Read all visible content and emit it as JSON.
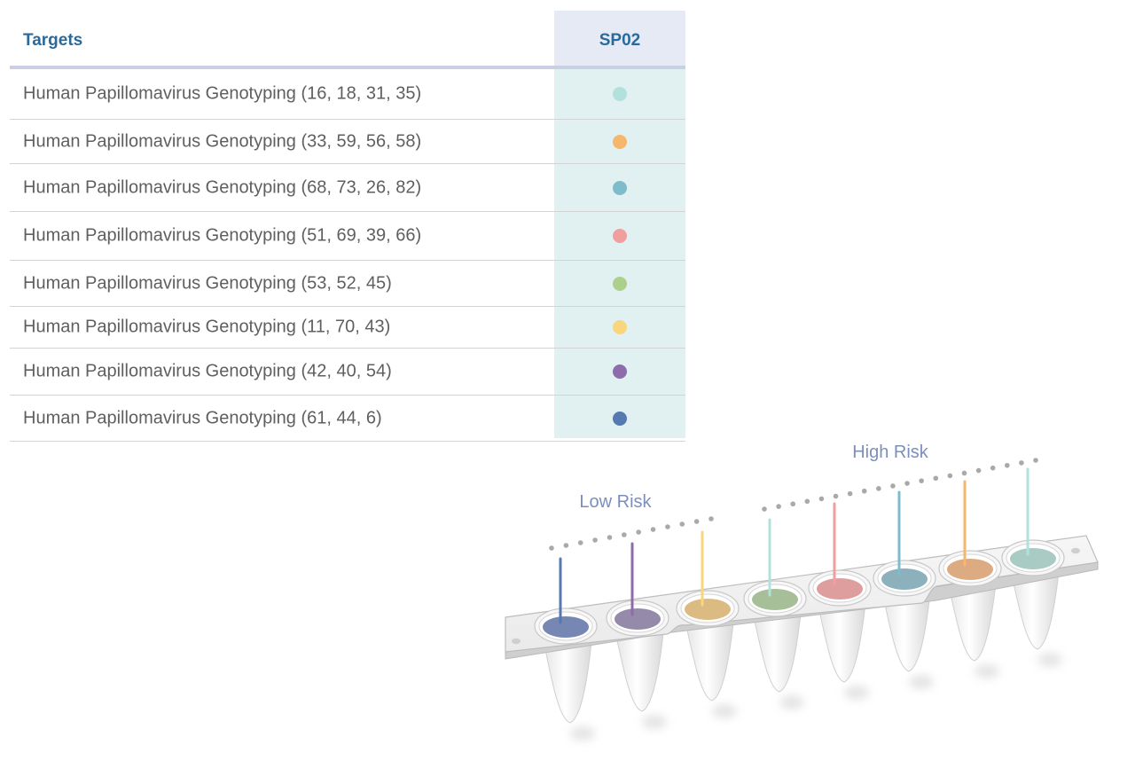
{
  "table": {
    "header": {
      "targets": "Targets",
      "panel": "SP02"
    },
    "rows": [
      {
        "label": "Human Papillomavirus Genotyping (16, 18, 31, 35)",
        "color": "#b2e0dc"
      },
      {
        "label": "Human Papillomavirus Genotyping (33, 59, 56, 58)",
        "color": "#f6b66c"
      },
      {
        "label": "Human Papillomavirus Genotyping (68, 73, 26, 82)",
        "color": "#7fbccb"
      },
      {
        "label": "Human Papillomavirus Genotyping (51, 69, 39, 66)",
        "color": "#f09e9e"
      },
      {
        "label": "Human Papillomavirus Genotyping (53, 52, 45)",
        "color": "#acd08c"
      },
      {
        "label": "Human Papillomavirus Genotyping (11, 70, 43)",
        "color": "#f9d67d"
      },
      {
        "label": "Human Papillomavirus Genotyping (42, 40, 54)",
        "color": "#8e6bab"
      },
      {
        "label": "Human Papillomavirus Genotyping (61, 44, 6)",
        "color": "#5579b0"
      }
    ]
  },
  "diagram": {
    "low_risk_label": "Low Risk",
    "high_risk_label": "High Risk",
    "label_color": "#7b8fbd",
    "tubes": [
      {
        "color": "#5579b0",
        "liquid": "#7787b4"
      },
      {
        "color": "#8e6bab",
        "liquid": "#958aa9"
      },
      {
        "color": "#f9d67d",
        "liquid": "#dcbb83"
      },
      {
        "color": "#b2e0dc",
        "liquid": "#a6bf98"
      },
      {
        "color": "#f09e9e",
        "liquid": "#de9e9e"
      },
      {
        "color": "#7fbccb",
        "liquid": "#8db1bc"
      },
      {
        "color": "#f6b66c",
        "liquid": "#dcab82"
      },
      {
        "color": "#b2e0dc",
        "liquid": "#a9cbc3"
      }
    ]
  }
}
